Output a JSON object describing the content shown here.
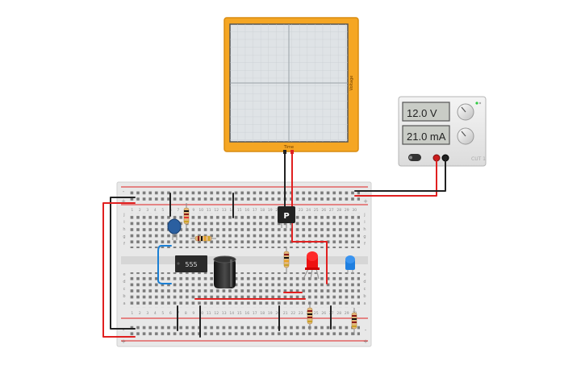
{
  "oscilloscope": {
    "y_axis_label": "Voltage",
    "x_axis_label": "Time"
  },
  "power_supply": {
    "voltage_display": "12.0 V",
    "current_display": "21.0 mA",
    "brand_label": "CUT 1"
  },
  "breadboard": {
    "column_numbers": [
      "1",
      "2",
      "3",
      "4",
      "5",
      "6",
      "7",
      "8",
      "9",
      "10",
      "11",
      "12",
      "13",
      "14",
      "15",
      "16",
      "17",
      "18",
      "19",
      "20",
      "21",
      "22",
      "23",
      "24",
      "25",
      "26",
      "27",
      "28",
      "29",
      "30"
    ],
    "row_letters_top": [
      "j",
      "i",
      "h",
      "g",
      "f"
    ],
    "row_letters_bottom": [
      "e",
      "d",
      "c",
      "b",
      "a"
    ],
    "rail_plus": "+",
    "rail_minus": "-"
  },
  "components": {
    "ic_label": "555",
    "transistor_label": "P"
  },
  "colors": {
    "scope_frame": "#f5a623",
    "scope_screen": "#dfe3e6",
    "wire_red": "#e02020",
    "wire_black": "#222222",
    "wire_blue": "#1a7fd4",
    "led_red": "#ee1111",
    "led_blue": "#1f7fe0",
    "capacitor_blue": "#2a5fa0"
  }
}
